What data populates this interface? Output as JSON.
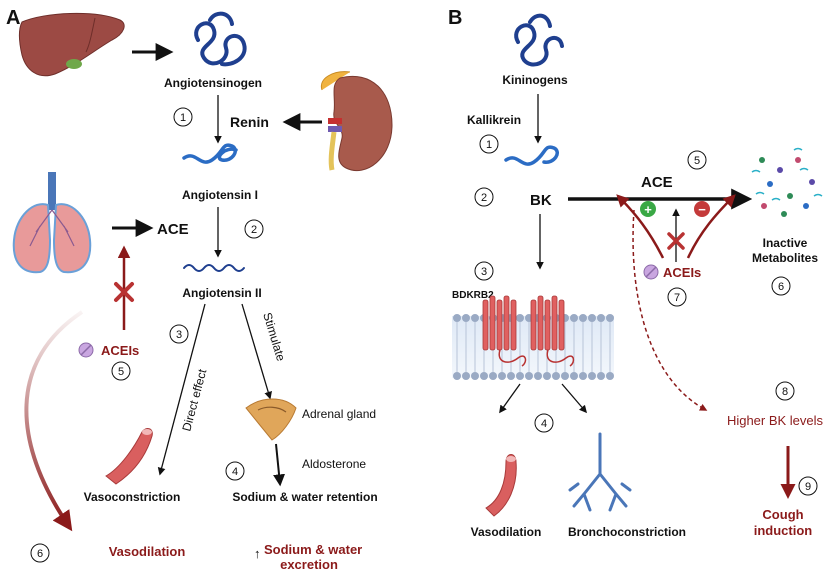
{
  "panel_a": {
    "letter": "A",
    "angiotensinogen": "Angiotensinogen",
    "renin": "Renin",
    "angiotensin_i": "Angiotensin I",
    "angiotensin_ii": "Angiotensin II",
    "ace": "ACE",
    "aceis": "ACEIs",
    "direct_effect": "Direct effect",
    "stimulate": "Stimulate",
    "adrenal_gland": "Adrenal gland",
    "aldosterone": "Aldosterone",
    "vasoconstriction": "Vasoconstriction",
    "sodium_retention": "Sodium & water retention",
    "vasodilation": "Vasodilation",
    "sodium_excretion_line1": "Sodium & water",
    "sodium_excretion_line2": "excretion",
    "excretion_arrow": "↑",
    "steps": [
      "1",
      "2",
      "3",
      "4",
      "5",
      "6"
    ]
  },
  "panel_b": {
    "letter": "B",
    "kininogens": "Kininogens",
    "kallikrein": "Kallikrein",
    "bk": "BK",
    "ace": "ACE",
    "inactive_line1": "Inactive",
    "inactive_line2": "Metabolites",
    "bdkrb2": "BDKRB2",
    "aceis": "ACEIs",
    "higher_bk": "Higher BK levels",
    "vasodilation": "Vasodilation",
    "bronchoconstriction": "Bronchoconstriction",
    "cough_line1": "Cough",
    "cough_line2": "induction",
    "plus": "+",
    "minus": "−",
    "steps": [
      "1",
      "2",
      "3",
      "4",
      "5",
      "6",
      "7",
      "8",
      "9"
    ]
  },
  "colors": {
    "dark_red": "#8b1a1a",
    "protein_blue": "#1f3f8f",
    "membrane": "#9aaac4",
    "green": "#3aa845",
    "pill": "#c9a6e0"
  }
}
